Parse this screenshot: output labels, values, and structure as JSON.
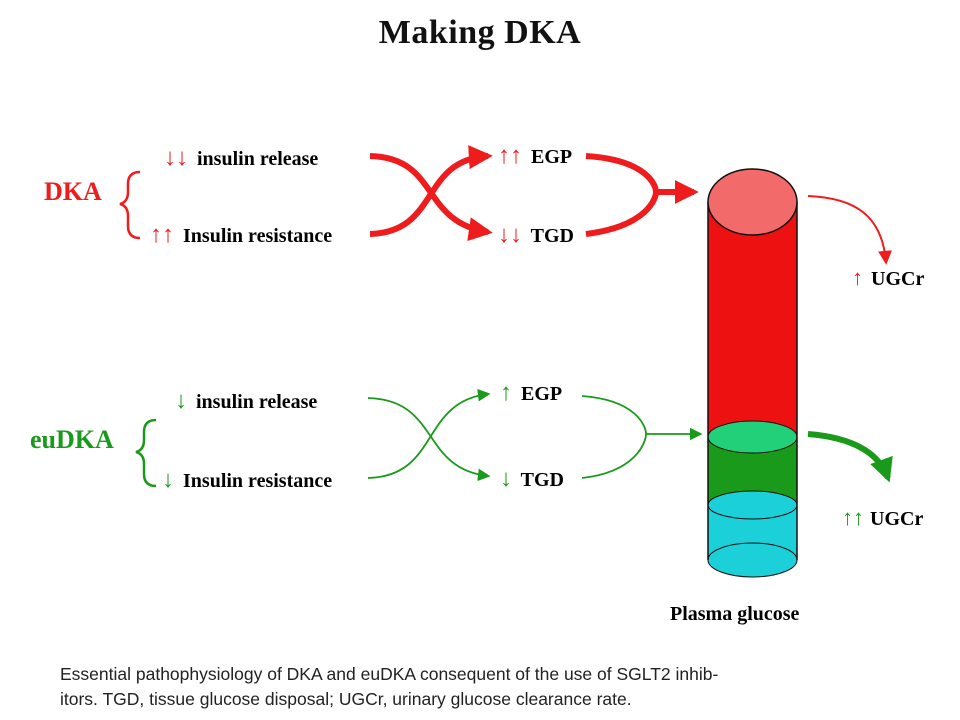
{
  "title": "Making DKA",
  "colors": {
    "dka": "#ee1c1c",
    "eudka": "#1a9a1a",
    "cyl_red": "#ee1111",
    "cyl_top": "#f26a6a",
    "cyl_green": "#1a9a1a",
    "cyl_green_top": "#22d07a",
    "cyl_cyan": "#1bd0d8"
  },
  "dka": {
    "group_label": "DKA",
    "input1": {
      "arrows": "↓↓",
      "text": "insulin release"
    },
    "input2": {
      "arrows": "↑↑",
      "text": "Insulin resistance"
    },
    "out1": {
      "arrows": "↑↑",
      "text": "EGP"
    },
    "out2": {
      "arrows": "↓↓",
      "text": "TGD"
    },
    "ugcr": {
      "arrows": "↑",
      "text": "UGCr"
    }
  },
  "eudka": {
    "group_label": "euDKA",
    "input1": {
      "arrows": "↓",
      "text": "insulin release"
    },
    "input2": {
      "arrows": "↓",
      "text": "Insulin resistance"
    },
    "out1": {
      "arrows": "↑",
      "text": "EGP"
    },
    "out2": {
      "arrows": "↓",
      "text": "TGD"
    },
    "ugcr": {
      "arrows": "↑↑",
      "text": "UGCr"
    }
  },
  "cylinder_label": "Plasma glucose",
  "caption": {
    "line1": "Essential pathophysiology of DKA and euDKA consequent of the use of SGLT2 inhib-",
    "line2": "itors. TGD, tissue glucose disposal; UGCr, urinary glucose clearance rate."
  }
}
